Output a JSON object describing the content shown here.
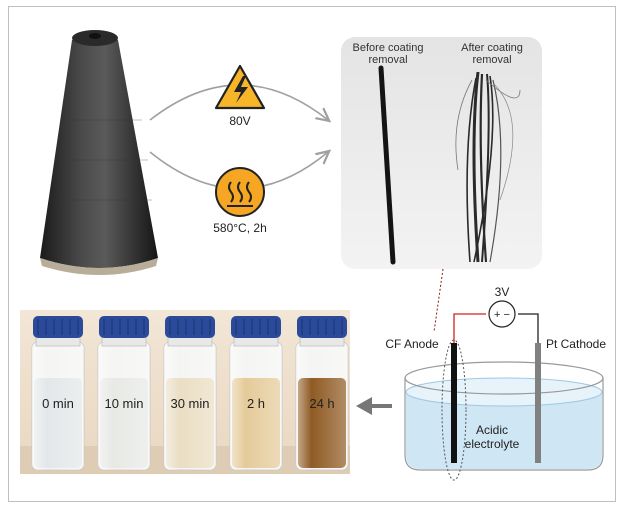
{
  "processes": {
    "voltage": {
      "icon": "high-voltage-warning-icon",
      "label": "80V"
    },
    "heat": {
      "icon": "heat-warning-icon",
      "label": "580°C, 2h"
    }
  },
  "fiber_photo": {
    "before_line1": "Before coating",
    "before_line2": "removal",
    "after_line1": "After coating",
    "after_line2": "removal"
  },
  "vials": {
    "items": [
      {
        "label": "0 min",
        "liquid": "#e2e6e8"
      },
      {
        "label": "10 min",
        "liquid": "#e6e8e4"
      },
      {
        "label": "30 min",
        "liquid": "#e9dcc0"
      },
      {
        "label": "2 h",
        "liquid": "#e3c894"
      },
      {
        "label": "24 h",
        "liquid": "#8a5218"
      }
    ]
  },
  "cell": {
    "voltage": "3V",
    "source_symbol": "+ −",
    "anode": "CF Anode",
    "cathode": "Pt Cathode",
    "electrolyte_line1": "Acidic",
    "electrolyte_line2": "electrolyte"
  },
  "colors": {
    "warning_yellow": "#f7b52a",
    "heat_orange": "#f5a623",
    "arrow_gray": "#a0a0a0",
    "electrolyte_blue": "#cfe6f5",
    "wire_red": "#d62020",
    "cap_blue": "#2b4a9a"
  }
}
